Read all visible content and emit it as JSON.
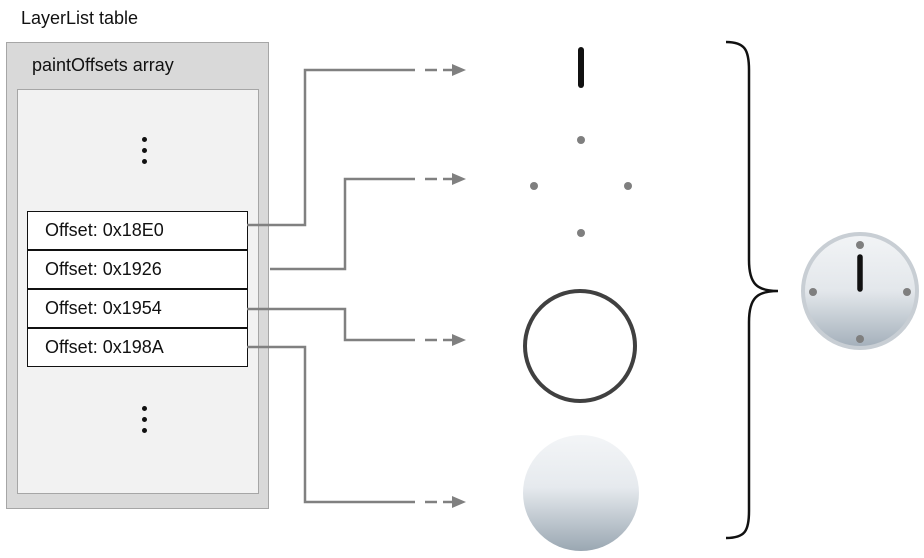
{
  "title": "LayerList table",
  "array_label": "paintOffsets array",
  "offsets": [
    "Offset: 0x18E0",
    "Offset: 0x1926",
    "Offset: 0x1954",
    "Offset: 0x198A"
  ],
  "icons": {
    "layer_1": "clock-hand-icon",
    "layer_2": "clock-tick-dots-icon",
    "layer_3": "circle-outline-icon",
    "layer_4": "gradient-disc-icon",
    "composite": "clock-face-icon"
  },
  "colors": {
    "connector": "#808080",
    "dark_stroke": "#404040",
    "outer_fill": "#d9d9d9",
    "inner_fill": "#f2f2f2"
  }
}
